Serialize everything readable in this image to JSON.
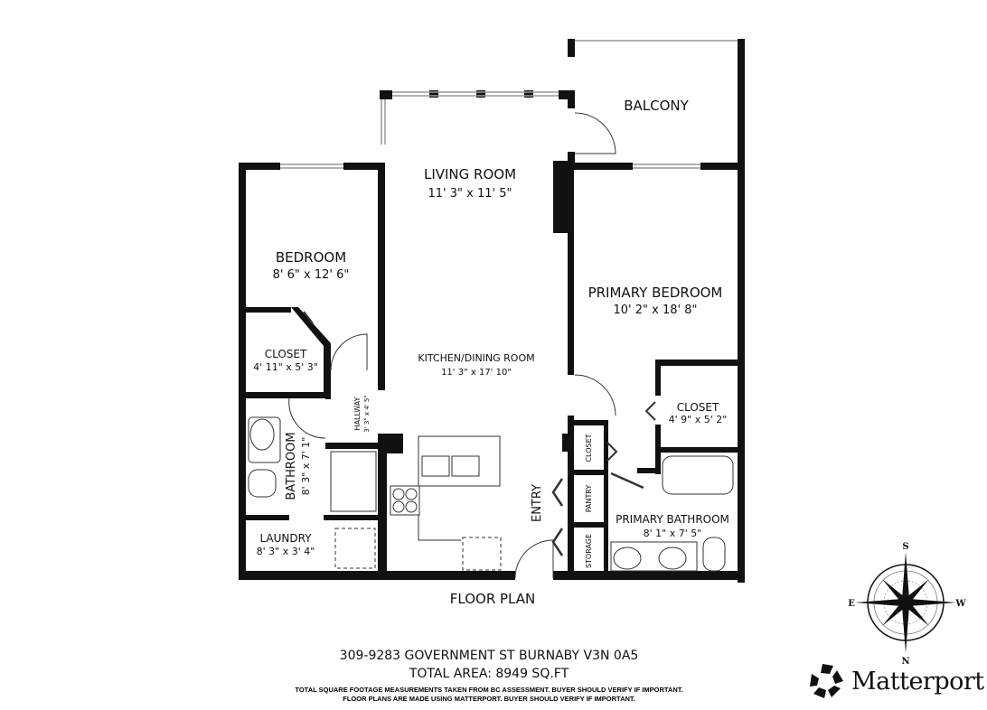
{
  "plan": {
    "title": "FLOOR PLAN",
    "rooms": [
      {
        "name": "BALCONY",
        "dims": ""
      },
      {
        "name": "LIVING ROOM",
        "dims": "11' 3\" x 11' 5\""
      },
      {
        "name": "BEDROOM",
        "dims": "8' 6\" x 12' 6\""
      },
      {
        "name": "PRIMARY BEDROOM",
        "dims": "10' 2\" x 18' 8\""
      },
      {
        "name": "CLOSET",
        "dims": "4' 11\" x 5' 3\""
      },
      {
        "name": "KITCHEN/DINING ROOM",
        "dims": "11' 3\" x 17' 10\""
      },
      {
        "name": "HALLWAY",
        "dims": "3' 3\" x 4' 5\""
      },
      {
        "name": "CLOSET",
        "dims": "4' 9\" x 5' 2\""
      },
      {
        "name": "BATHROOM",
        "dims": "8' 3\" x 7' 1\""
      },
      {
        "name": "CLOSET",
        "dims": ""
      },
      {
        "name": "PANTRY",
        "dims": ""
      },
      {
        "name": "ENTRY",
        "dims": ""
      },
      {
        "name": "PRIMARY BATHROOM",
        "dims": "8' 1\" x 7' 5\""
      },
      {
        "name": "LAUNDRY",
        "dims": "8' 3\" x 3' 4\""
      },
      {
        "name": "STORAGE",
        "dims": ""
      }
    ]
  },
  "compass": {
    "n": "N",
    "s": "S",
    "e": "E",
    "w": "W",
    "icon": "compass-rose-icon"
  },
  "footer": {
    "address": "309-9283 GOVERNMENT ST BURNABY V3N 0A5",
    "total_area": "TOTAL AREA: 8949 SQ.FT",
    "disclaimer_1": "TOTAL SQUARE FOOTAGE MEASUREMENTS TAKEN FROM BC ASSESSMENT. BUYER SHOULD VERIFY IF IMPORTANT.",
    "disclaimer_2": "FLOOR PLANS ARE MADE USING MATTERPORT. BUYER SHOULD VERIFY IF IMPORTANT."
  },
  "brand": {
    "name": "Matterport",
    "icon": "matterport-logo-icon"
  }
}
